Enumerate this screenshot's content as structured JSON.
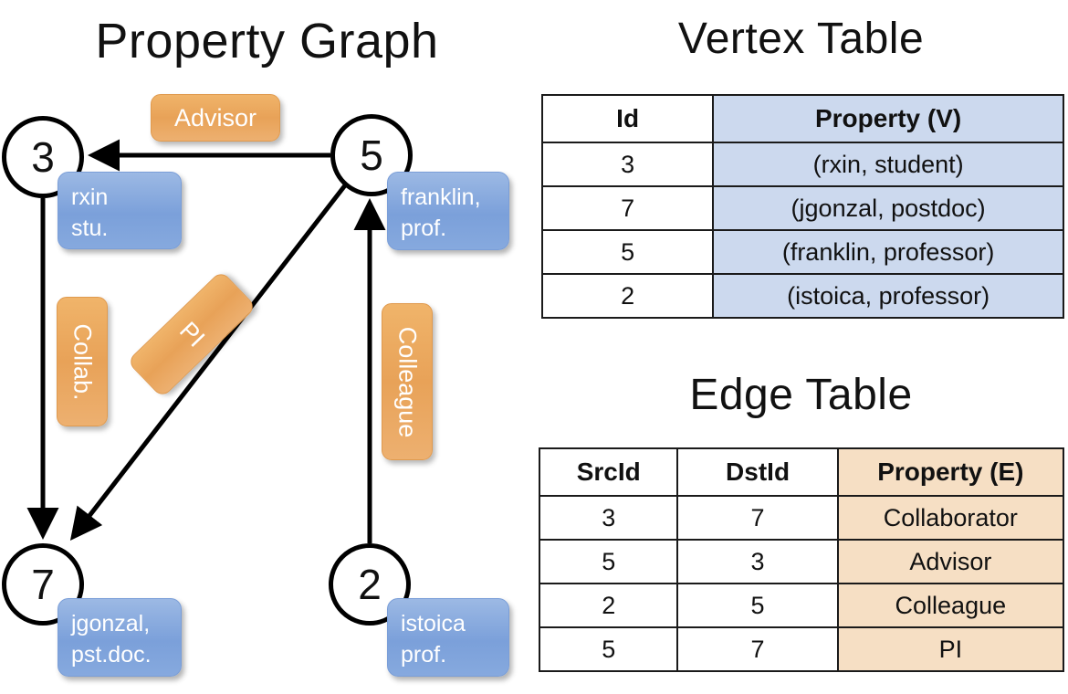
{
  "titles": {
    "property_graph": "Property Graph",
    "vertex_table": "Vertex Table",
    "edge_table": "Edge Table"
  },
  "graph": {
    "nodes": [
      {
        "id": "3",
        "property_lines": [
          "rxin",
          "stu."
        ]
      },
      {
        "id": "5",
        "property_lines": [
          "franklin,",
          "prof."
        ]
      },
      {
        "id": "7",
        "property_lines": [
          "jgonzal,",
          "pst.doc."
        ]
      },
      {
        "id": "2",
        "property_lines": [
          "istoica",
          "prof."
        ]
      }
    ],
    "edge_labels": [
      {
        "name": "advisor",
        "text": "Advisor"
      },
      {
        "name": "collab",
        "text": "Collab."
      },
      {
        "name": "pi",
        "text": "PI"
      },
      {
        "name": "colleague",
        "text": "Colleague"
      }
    ],
    "edges": [
      {
        "src": "5",
        "dst": "3",
        "label": "Advisor"
      },
      {
        "src": "3",
        "dst": "7",
        "label": "Collab."
      },
      {
        "src": "5",
        "dst": "7",
        "label": "PI"
      },
      {
        "src": "2",
        "dst": "5",
        "label": "Colleague"
      }
    ]
  },
  "vertex_table": {
    "headers": [
      "Id",
      "Property (V)"
    ],
    "rows": [
      {
        "id": "3",
        "property": "(rxin, student)"
      },
      {
        "id": "7",
        "property": "(jgonzal, postdoc)"
      },
      {
        "id": "5",
        "property": "(franklin, professor)"
      },
      {
        "id": "2",
        "property": "(istoica, professor)"
      }
    ]
  },
  "edge_table": {
    "headers": [
      "SrcId",
      "DstId",
      "Property (E)"
    ],
    "rows": [
      {
        "src": "3",
        "dst": "7",
        "property": "Collaborator"
      },
      {
        "src": "5",
        "dst": "3",
        "property": "Advisor"
      },
      {
        "src": "2",
        "dst": "5",
        "property": "Colleague"
      },
      {
        "src": "5",
        "dst": "7",
        "property": "PI"
      }
    ]
  },
  "colors": {
    "vertex_property_fill": "#ccd9ee",
    "edge_property_fill": "#f6dfc4",
    "node_box_blue": "#7ba0da",
    "edge_label_orange": "#e8a258",
    "stroke": "#000000"
  }
}
